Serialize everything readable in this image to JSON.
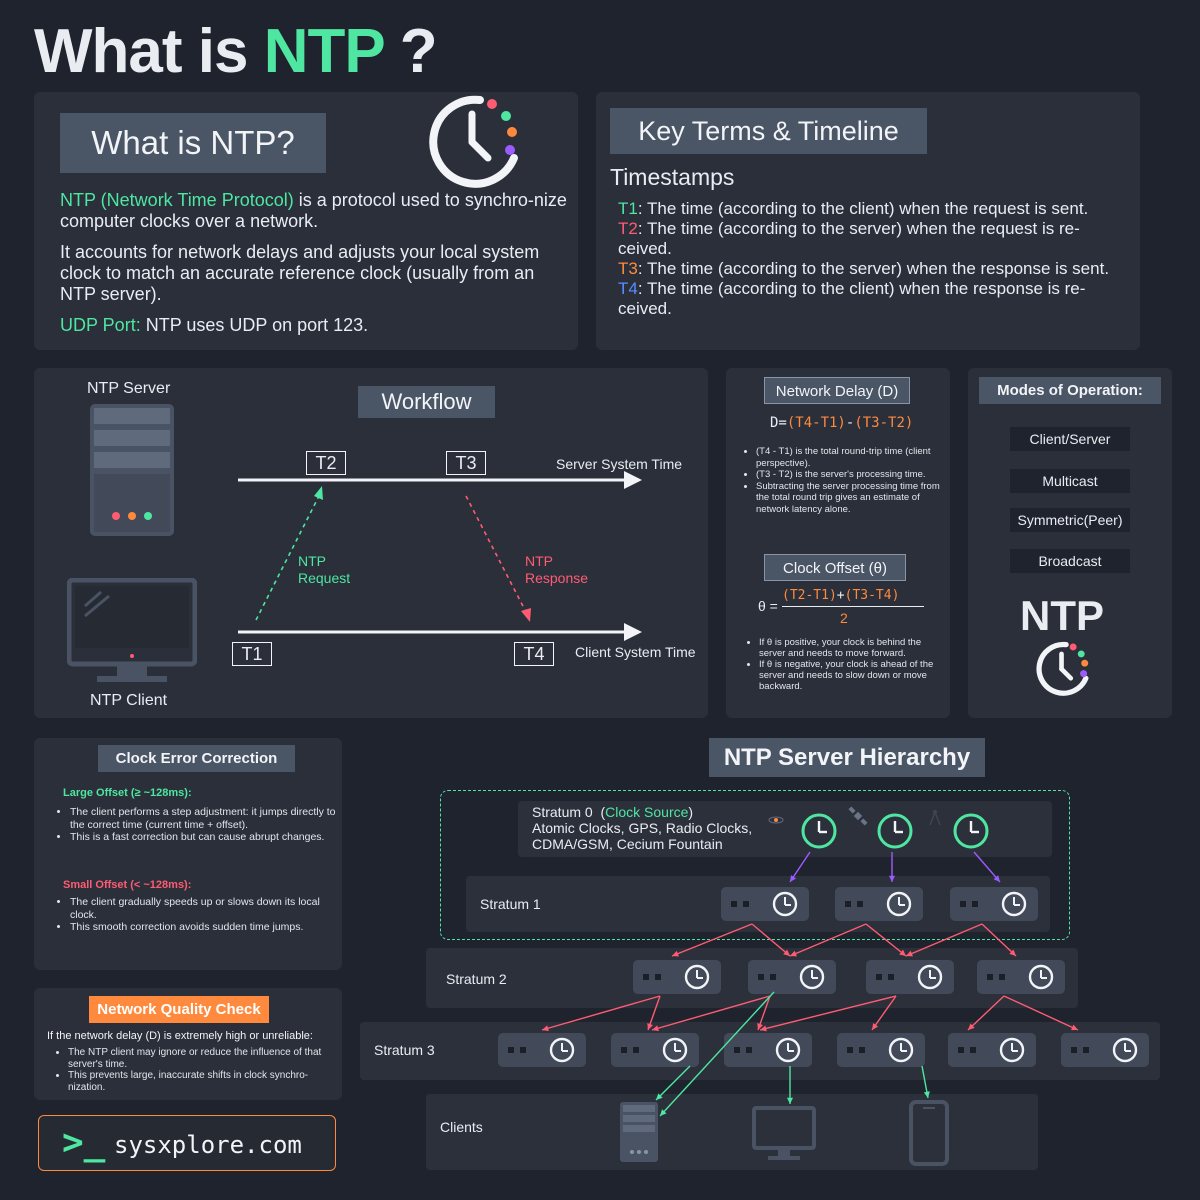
{
  "title": {
    "prefix": "What is ",
    "highlight": "NTP",
    "suffix": " ?"
  },
  "intro": {
    "heading": "What is NTP?",
    "p1_green": "NTP (Network Time Protocol)",
    "p1_rest": " is a protocol used to synchro-nize computer clocks over a network.",
    "p2": "It accounts for network delays and adjusts your local system clock to match an accurate reference clock (usually from an NTP server).",
    "p3_green": "UDP Port:",
    "p3_rest": " NTP uses UDP on port 123."
  },
  "key_terms": {
    "heading": "Key Terms & Timeline",
    "subheading": "Timestamps",
    "items": [
      {
        "label": "T1",
        "text": ": The time (according to the client) when the request is sent."
      },
      {
        "label": "T2",
        "text": ": The time (according to the server) when the request is re-ceived."
      },
      {
        "label": "T3",
        "text": ": The time (according to the server) when the response is sent."
      },
      {
        "label": "T4",
        "text": ": The time (according to the client) when the response is re-ceived."
      }
    ]
  },
  "workflow": {
    "heading": "Workflow",
    "server_label": "NTP Server",
    "client_label": "NTP Client",
    "t1": "T1",
    "t2": "T2",
    "t3": "T3",
    "t4": "T4",
    "server_time": "Server System Time",
    "client_time": "Client System Time",
    "request_line1": "NTP",
    "request_line2": "Request",
    "response_line1": "NTP",
    "response_line2": "Response"
  },
  "delay": {
    "heading": "Network Delay (D)",
    "formula_prefix": "D=",
    "formula_a": "(T4-T1)",
    "formula_minus": "-",
    "formula_b": "(T3-T2)",
    "bullets": [
      "(T4 - T1) is the total round-trip time (client perspective).",
      "(T3 - T2) is the server's processing time.",
      "Subtracting the server processing time from the total round trip gives an estimate of network latency alone."
    ]
  },
  "offset": {
    "heading": "Clock Offset (θ)",
    "formula_prefix": "θ =",
    "num_a": "(T2-T1)",
    "num_plus": "+",
    "num_b": "(T3-T4)",
    "denominator": "2",
    "bullets": [
      "If θ is positive, your clock is behind the server and needs to move forward.",
      "If θ is negative, your clock is ahead of the server and needs to slow down or move backward."
    ]
  },
  "modes": {
    "heading": "Modes of Operation:",
    "items": [
      "Client/Server",
      "Multicast",
      "Symmetric(Peer)",
      "Broadcast"
    ],
    "logo_text": "NTP"
  },
  "error_correction": {
    "heading": "Clock Error Correction",
    "large_title": "Large Offset (≥ ~128ms):",
    "large_bullets": [
      "The client performs a step adjustment: it jumps directly to the correct time (current time + offset).",
      "This is a fast correction but can cause abrupt changes."
    ],
    "small_title": "Small Offset (< ~128ms):",
    "small_bullets": [
      "The client gradually speeds up or slows down its local clock.",
      "This smooth correction avoids sudden time jumps."
    ]
  },
  "quality": {
    "heading": "Network Quality Check",
    "intro": "If the network delay (D) is extremely high or unreliable:",
    "bullets": [
      "The NTP client may ignore or reduce the influence of that server's time.",
      "This prevents large, inaccurate shifts in clock synchro-nization."
    ]
  },
  "brand": {
    "prompt": ">_",
    "name": "sysxplore.com"
  },
  "hierarchy": {
    "heading": "NTP Server Hierarchy",
    "stratum0_title": "Stratum 0",
    "stratum0_paren_open": "(",
    "stratum0_source": "Clock Source",
    "stratum0_paren_close": ")",
    "stratum0_line2": "Atomic Clocks, GPS, Radio Clocks,",
    "stratum0_line3": "CDMA/GSM, Cecium Fountain",
    "stratum1": "Stratum 1",
    "stratum2": "Stratum 2",
    "stratum3": "Stratum 3",
    "clients": "Clients"
  },
  "colors": {
    "accent_green": "#4ee6a0",
    "red": "#ff5c72",
    "orange": "#ff8a3d",
    "blue": "#5a8cff",
    "purple": "#9b5cff"
  },
  "icons": [
    "clock-icon",
    "server-icon",
    "monitor-icon",
    "phone-icon",
    "satellite-icon",
    "terminal-icon"
  ]
}
